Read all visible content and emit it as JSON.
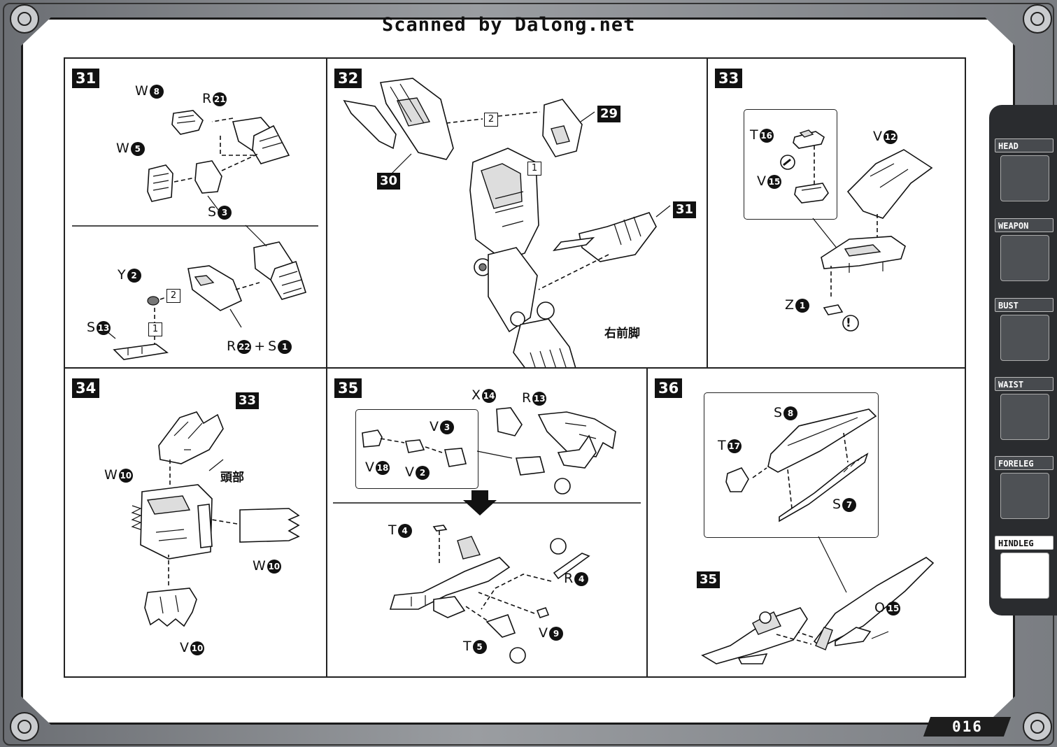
{
  "scan_credit": "Scanned by Dalong.net",
  "page_number": "016",
  "nav_tabs": [
    {
      "label": "HEAD",
      "active": false
    },
    {
      "label": "WEAPON",
      "active": false
    },
    {
      "label": "BUST",
      "active": false
    },
    {
      "label": "WAIST",
      "active": false
    },
    {
      "label": "FORELEG",
      "active": false
    },
    {
      "label": "HINDLEG",
      "active": true
    }
  ],
  "steps": {
    "s31": {
      "number": "31",
      "parts": [
        {
          "letter": "W",
          "num": "8"
        },
        {
          "letter": "R",
          "num": "21"
        },
        {
          "letter": "W",
          "num": "5"
        },
        {
          "letter": "S",
          "num": "3"
        },
        {
          "letter": "Y",
          "num": "2"
        },
        {
          "letter": "S",
          "num": "13"
        },
        {
          "letter": "R",
          "num": "22"
        },
        {
          "letter": "S",
          "num": "1"
        }
      ],
      "order_marks": [
        "2",
        "1"
      ]
    },
    "s32": {
      "number": "32",
      "refs": [
        "29",
        "30",
        "31"
      ],
      "order_marks": [
        "2",
        "1"
      ],
      "caption": "右前脚"
    },
    "s33": {
      "number": "33",
      "parts": [
        {
          "letter": "T",
          "num": "16"
        },
        {
          "letter": "V",
          "num": "15"
        },
        {
          "letter": "V",
          "num": "12"
        },
        {
          "letter": "Z",
          "num": "1"
        }
      ],
      "warning": "!"
    },
    "s34": {
      "number": "34",
      "ref": "33",
      "caption": "頭部",
      "parts": [
        {
          "letter": "W",
          "num": "10"
        },
        {
          "letter": "W",
          "num": "10"
        },
        {
          "letter": "V",
          "num": "10"
        }
      ]
    },
    "s35": {
      "number": "35",
      "parts": [
        {
          "letter": "X",
          "num": "14"
        },
        {
          "letter": "R",
          "num": "13"
        },
        {
          "letter": "V",
          "num": "3"
        },
        {
          "letter": "V",
          "num": "18"
        },
        {
          "letter": "V",
          "num": "2"
        },
        {
          "letter": "T",
          "num": "4"
        },
        {
          "letter": "R",
          "num": "4"
        },
        {
          "letter": "V",
          "num": "9"
        },
        {
          "letter": "T",
          "num": "5"
        }
      ]
    },
    "s36": {
      "number": "36",
      "ref": "35",
      "parts": [
        {
          "letter": "S",
          "num": "8"
        },
        {
          "letter": "T",
          "num": "17"
        },
        {
          "letter": "S",
          "num": "7"
        },
        {
          "letter": "O",
          "num": "15"
        }
      ]
    }
  }
}
